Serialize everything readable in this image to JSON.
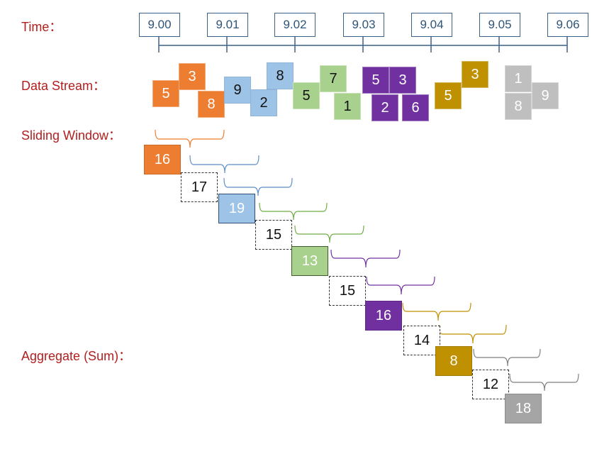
{
  "labels": {
    "time": "Time：",
    "data_stream": "Data Stream：",
    "sliding_window": "Sliding Window：",
    "aggregate": "Aggregate (Sum)："
  },
  "times": [
    "9.00",
    "9.01",
    "9.02",
    "9.03",
    "9.04",
    "9.05",
    "9.06"
  ],
  "colors": {
    "orange": "#ed7d31",
    "blue": "#9dc3e6",
    "green": "#a9d18e",
    "purple": "#7030a0",
    "gold": "#bf9000",
    "gray": "#bfbfbf",
    "aggregate_gray": "#a5a5a5",
    "timeline": "#3a6189",
    "label_red": "#b21f1f"
  },
  "data_stream": [
    {
      "value": "5",
      "color": "orange"
    },
    {
      "value": "3",
      "color": "orange"
    },
    {
      "value": "8",
      "color": "orange"
    },
    {
      "value": "9",
      "color": "blue"
    },
    {
      "value": "8",
      "color": "blue"
    },
    {
      "value": "2",
      "color": "blue"
    },
    {
      "value": "5",
      "color": "green"
    },
    {
      "value": "7",
      "color": "green"
    },
    {
      "value": "1",
      "color": "green"
    },
    {
      "value": "5",
      "color": "purple"
    },
    {
      "value": "3",
      "color": "purple"
    },
    {
      "value": "2",
      "color": "purple"
    },
    {
      "value": "6",
      "color": "purple"
    },
    {
      "value": "5",
      "color": "gold"
    },
    {
      "value": "3",
      "color": "gold"
    },
    {
      "value": "1",
      "color": "gray"
    },
    {
      "value": "8",
      "color": "gray"
    },
    {
      "value": "9",
      "color": "gray"
    }
  ],
  "aggregates": [
    {
      "value": "16",
      "style": "filled",
      "color": "orange"
    },
    {
      "value": "17",
      "style": "dashed"
    },
    {
      "value": "19",
      "style": "filled",
      "color": "blue"
    },
    {
      "value": "15",
      "style": "dashed"
    },
    {
      "value": "13",
      "style": "filled",
      "color": "green"
    },
    {
      "value": "15",
      "style": "dashed"
    },
    {
      "value": "16",
      "style": "filled",
      "color": "purple"
    },
    {
      "value": "14",
      "style": "dashed"
    },
    {
      "value": "8",
      "style": "filled",
      "color": "gold"
    },
    {
      "value": "12",
      "style": "dashed"
    },
    {
      "value": "18",
      "style": "filled",
      "color": "aggregate_gray"
    }
  ],
  "window_brace_colors": [
    "orange",
    "blue",
    "blue",
    "green",
    "green",
    "purple",
    "purple",
    "gold",
    "gold",
    "gray",
    "gray"
  ]
}
